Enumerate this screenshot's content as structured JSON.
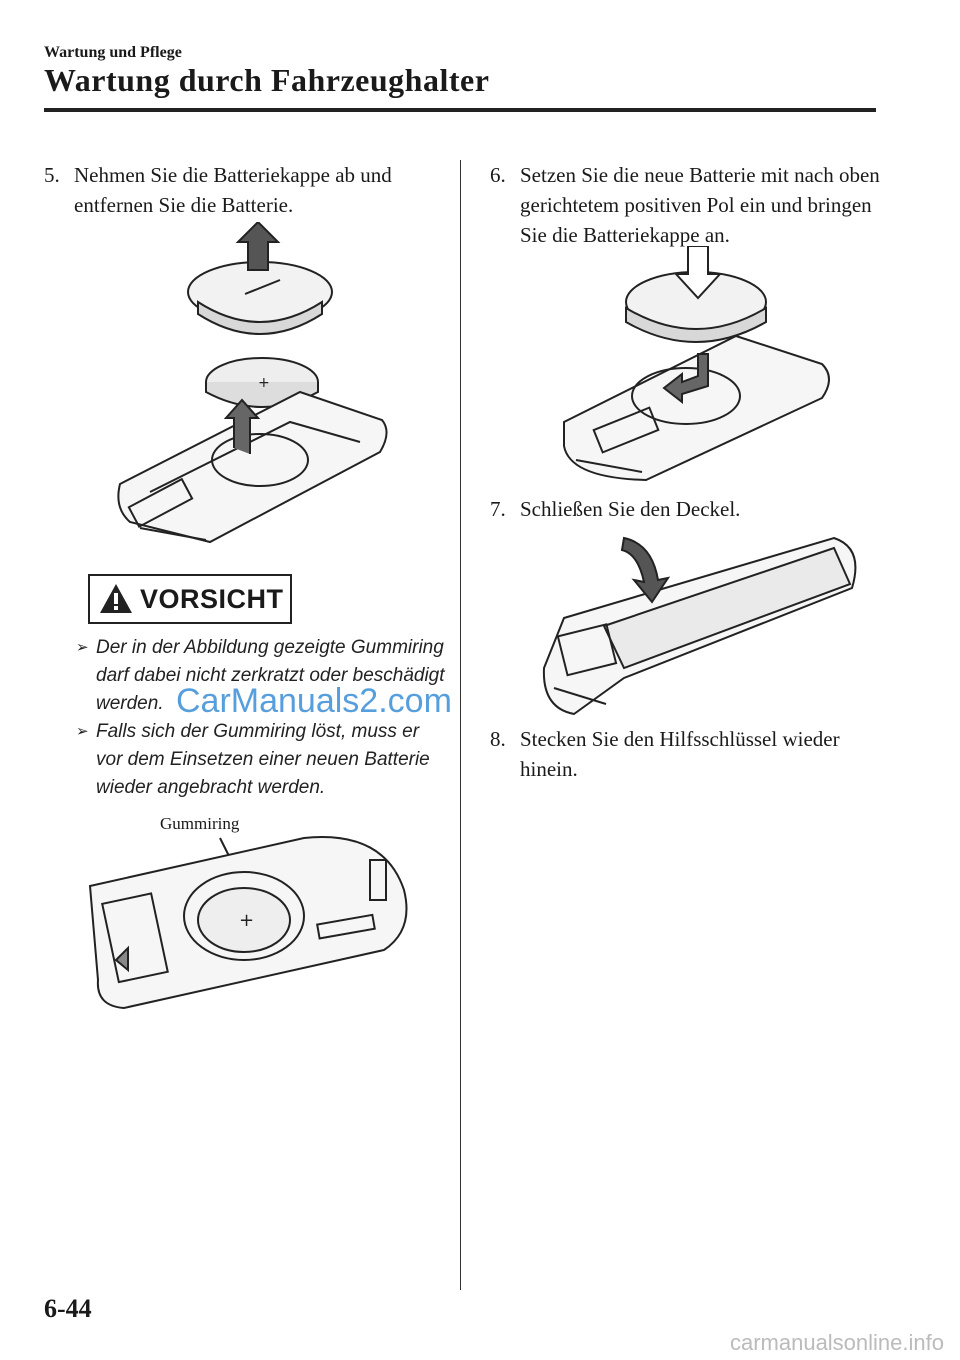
{
  "header": {
    "section": "Wartung und Pflege",
    "title": "Wartung durch Fahrzeughalter"
  },
  "steps": [
    {
      "num": "5.",
      "text": "Nehmen Sie die Batteriekappe ab und entfernen Sie die Batterie."
    },
    {
      "num": "6.",
      "text": "Setzen Sie die neue Batterie mit nach oben gerichtetem positiven Pol ein und bringen Sie die Batteriekappe an."
    },
    {
      "num": "7.",
      "text": "Schließen Sie den Deckel."
    },
    {
      "num": "8.",
      "text": "Stecken Sie den Hilfsschlüssel wieder hinein."
    }
  ],
  "caution": {
    "label": "VORSICHT",
    "bullets": [
      "Der in der Abbildung gezeigte Gummiring darf dabei nicht zerkratzt oder beschädigt werden.",
      "Falls sich der Gummiring löst, muss er vor dem Einsetzen einer neuen Batterie wieder angebracht werden."
    ]
  },
  "figure_label": "Gummiring",
  "watermark": "CarManuals2.com",
  "page_number": "6-44",
  "footer_link": "carmanualsonline.info"
}
